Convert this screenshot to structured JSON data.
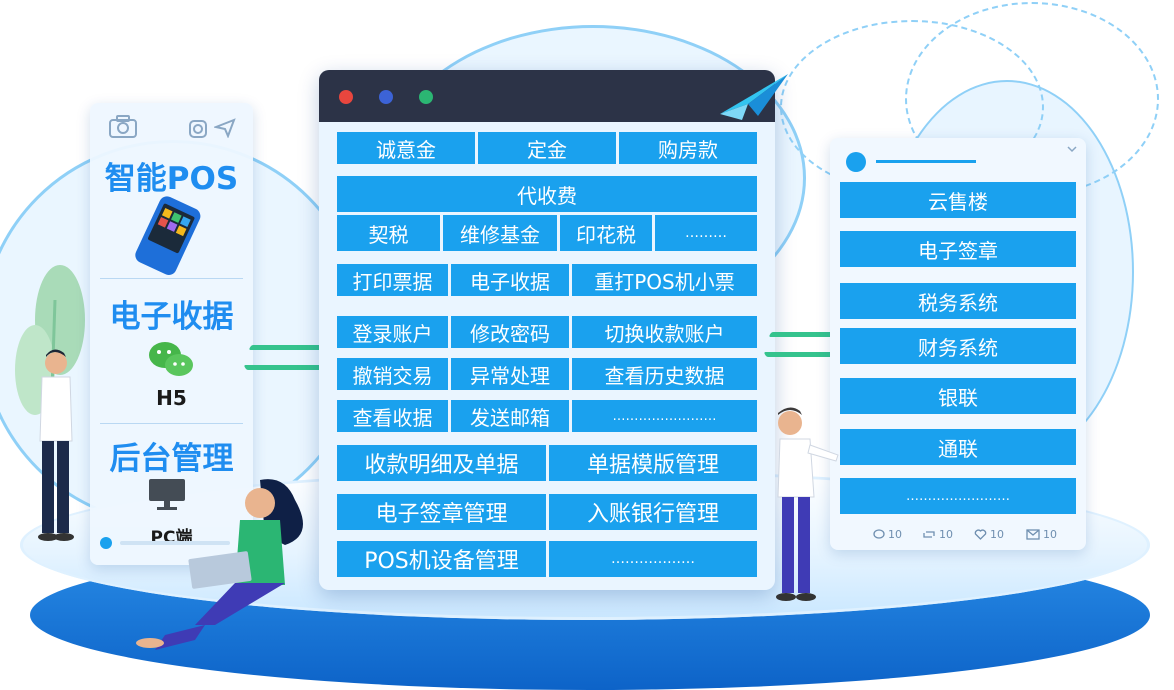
{
  "left_panel": {
    "pos_title": "智能POS",
    "receipt_title": "电子收据",
    "h5_label": "H5",
    "admin_title": "后台管理",
    "pc_label": "PC端"
  },
  "center": {
    "rows": [
      [
        "诚意金",
        "定金",
        "购房款"
      ],
      [
        "代收费"
      ],
      [
        "契税",
        "维修基金",
        "印花税",
        "………"
      ],
      [
        "打印票据",
        "电子收据",
        "重打POS机小票"
      ],
      [
        "登录账户",
        "修改密码",
        "切换收款账户"
      ],
      [
        "撤销交易",
        "异常处理",
        "查看历史数据"
      ],
      [
        "查看收据",
        "发送邮箱",
        "……………………"
      ],
      [
        "收款明细及单据",
        "单据模版管理"
      ],
      [
        "电子签章管理",
        "入账银行管理"
      ],
      [
        "POS机设备管理",
        "………………"
      ]
    ]
  },
  "right_panel": {
    "items": [
      "云售楼",
      "电子签章",
      "税务系统",
      "财务系统",
      "银联",
      "通联",
      "……………………"
    ],
    "stats": [
      "10",
      "10",
      "10",
      "10"
    ]
  },
  "colors": {
    "cell_blue": "#1aa1ee",
    "title_blue": "#1f8df0",
    "titlebar": "#2c3347",
    "arrow_green": "#35c38d"
  },
  "icons": [
    "camera-icon",
    "photo-icon",
    "send-icon",
    "pos-terminal-icon",
    "wechat-icon",
    "monitor-icon",
    "paper-plane-icon",
    "chevron-down-icon",
    "comment-icon",
    "retweet-icon",
    "heart-icon",
    "mail-icon"
  ]
}
